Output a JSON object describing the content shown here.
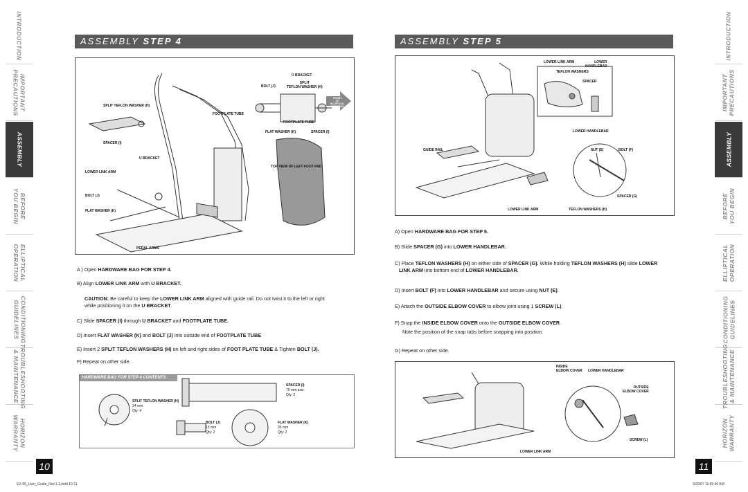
{
  "side_tabs_left": [
    {
      "label": "INTRODUCTION",
      "active": false
    },
    {
      "label": "IMPORTANT\nPRECAUTIONS",
      "active": false
    },
    {
      "label": "ASSEMBLY",
      "active": true
    },
    {
      "label": "BEFORE\nYOU BEGIN",
      "active": false
    },
    {
      "label": "ELLIPTICAL\nOPERATION",
      "active": false
    },
    {
      "label": "CONDITIONING\nGUIDELINES",
      "active": false
    },
    {
      "label": "TROUBLESHOOTING\n& MAINTENANCE",
      "active": false
    },
    {
      "label": "HORIZON\nWARRANTY",
      "active": false
    }
  ],
  "side_tabs_right": [
    {
      "label": "INTRODUCTION",
      "active": false
    },
    {
      "label": "IMPORTANT\nPRECAUTIONS",
      "active": false
    },
    {
      "label": "ASSEMBLY",
      "active": true
    },
    {
      "label": "BEFORE\nYOU BEGIN",
      "active": false
    },
    {
      "label": "ELLIPTICAL\nOPERATION",
      "active": false
    },
    {
      "label": "CONDITIONING\nGUIDELINES",
      "active": false
    },
    {
      "label": "TROUBLESHOOTING\n& MAINTENANCE",
      "active": false
    },
    {
      "label": "HORIZON\nWARRANTY",
      "active": false
    }
  ],
  "left": {
    "header_light": "ASSEMBLY",
    "header_bold": "STEP 4",
    "fig": {
      "split_teflon": "SPLIT TEFLON WASHER (H)",
      "footplate_tube": "FOOTPLATE TUBE",
      "spacer": "SPACER (I)",
      "u_bracket": "U BRACKET",
      "lower_link_arm": "LOWER LINK ARM",
      "bolt": "BOLT (J)",
      "flat_washer": "FLAT WASHER (K)",
      "pedal_arms": "PEDAL ARMS",
      "d_u_bracket": "U BRACKET",
      "d_bolt": "BOLT (J)",
      "d_split": "SPLIT\nTEFLON WASHER (H)",
      "d_footplate": "FOOTPLATE TUBE",
      "d_flat": "FLAT WASHER (K)",
      "d_spacer": "SPACER (I)",
      "d_arrow": "FRONT\nOF\nELLIPTICAL\nDIRECTION",
      "d_topview": "TOP VIEW OF LEFT FOOT PAD"
    },
    "steps": {
      "a_pre": "A ) Open ",
      "a_bold": "HARDWARE BAG FOR STEP 4.",
      "b_pre": "B) Align ",
      "b_bold1": "LOWER LINK ARM",
      "b_mid": " with ",
      "b_bold2": "U BRACKET.",
      "caution_bold": "CAUTION:",
      "caution_1": " Be careful to keep the ",
      "caution_b2": "LOWER LINK ARM",
      "caution_2": " aligned with guide rail. Do not twist it to the left or right",
      "caution_3": "while positioning it on the ",
      "caution_b3": "U BRACKET",
      "caution_4": ".",
      "c_pre": "C) Slide ",
      "c_b1": "SPACER (I)",
      "c_m1": " through ",
      "c_b2": "U BRACKET",
      "c_m2": " and ",
      "c_b3": "FOOTPLATE TUBE.",
      "d_pre": "D) Insert ",
      "d_b1": "FLAT WASHER (K)",
      "d_m1": " and ",
      "d_b2": "BOLT (J)",
      "d_m2": " into outside end of ",
      "d_b3": "FOOTPLATE TUBE",
      "e_pre": "E) Insert 2 ",
      "e_b1": "SPLIT TEFLON WASHERS (H)",
      "e_m1": " on left and right sides of ",
      "e_b2": "FOOT PLATE TUBE",
      "e_m2": " & Tighten ",
      "e_b3": "BOLT (J).",
      "f": "F) Repeat on other side."
    },
    "hardware": {
      "title": "HARDWARE BAG FOR STEP 4 CONTENTS :",
      "spacer_name": "SPACER (I)",
      "spacer_size": "70 mm axis",
      "spacer_qty": "Qty: 2",
      "split_name": "SPLIT TEFLON WASHER (H)",
      "split_size": "24 mm",
      "split_qty": "Qty: 4",
      "bolt_name": "BOLT (J)",
      "bolt_size": "15 mm",
      "bolt_qty": "Qty: 2",
      "flat_name": "FLAT WASHER (K)",
      "flat_size": "35 mm",
      "flat_qty": "Qty: 2"
    },
    "page_number": "10",
    "footer": "EX-56_User_Guide_Rev.1.2.indd  10-11"
  },
  "right": {
    "header_light": "ASSEMBLY",
    "header_bold": "STEP 5",
    "fig": {
      "lower_link_arm_top": "LOWER LINK ARM",
      "lower_handlebar_top": "LOWER\nHANDLEBAR",
      "teflon_top": "TEFLON WASHERS",
      "spacer_top": "SPACER",
      "lower_handlebar": "LOWER HANDLEBAR",
      "guide_rail": "GUIDE RAIL",
      "nut": "NUT (E)",
      "bolt": "BOLT (F)",
      "spacer_g": "SPACER (G)",
      "lower_link_arm": "LOWER LINK ARM",
      "teflon_h": "TEFLON WASHERS (H)"
    },
    "steps": {
      "a_pre": "A) Open ",
      "a_bold": "HARDWARE BAG FOR STEP 5.",
      "b_pre": "B) Slide ",
      "b_b1": "SPACER (G)",
      "b_m1": " into ",
      "b_b2": "LOWER HANDLEBAR.",
      "c_pre": "C) Place ",
      "c_b1": "TEFLON WASHERS (H)",
      "c_m1": " on either side of ",
      "c_b2": "SPACER (G).",
      "c_m2": " While holding ",
      "c_b3": "TEFLON WASHERS (H)",
      "c_m3": " slide ",
      "c_b4": "LOWER",
      "c_b5": "LINK ARM",
      "c_m4": " into bottom end of ",
      "c_b6": "LOWER HANDLEBAR.",
      "d_pre": "D) Insert ",
      "d_b1": "BOLT (F)",
      "d_m1": " into ",
      "d_b2": "LOWER HANDLEBAR",
      "d_m2": " and secure using ",
      "d_b3": "NUT (E)",
      "d_m3": ".",
      "e_pre": "E) Attach the ",
      "e_b1": "OUTSIDE ELBOW COVER",
      "e_m1": " to elbow joint using 1 ",
      "e_b2": "SCREW (L)",
      "e_m2": ".",
      "f_pre": "F) Snap the ",
      "f_b1": "INSIDE ELBOW COVER",
      "f_m1": " onto the ",
      "f_b2": "OUTSIDE ELBOW COVER",
      "f_m2": ".",
      "f_note": "Note the position of the snap tabs before snapping into position.",
      "g": "G) Repeat on other side."
    },
    "fig2": {
      "inside": "INSIDE\nELBOW COVER",
      "lower_handlebar": "LOWER HANDLEBAR",
      "outside": "OUTSIDE\nELBOW COVER",
      "screw": "SCREW (L)",
      "lower_link_arm": "LOWER LINK ARM"
    },
    "page_number": "11",
    "footer": "3/29/07   11:55:40 AM"
  }
}
